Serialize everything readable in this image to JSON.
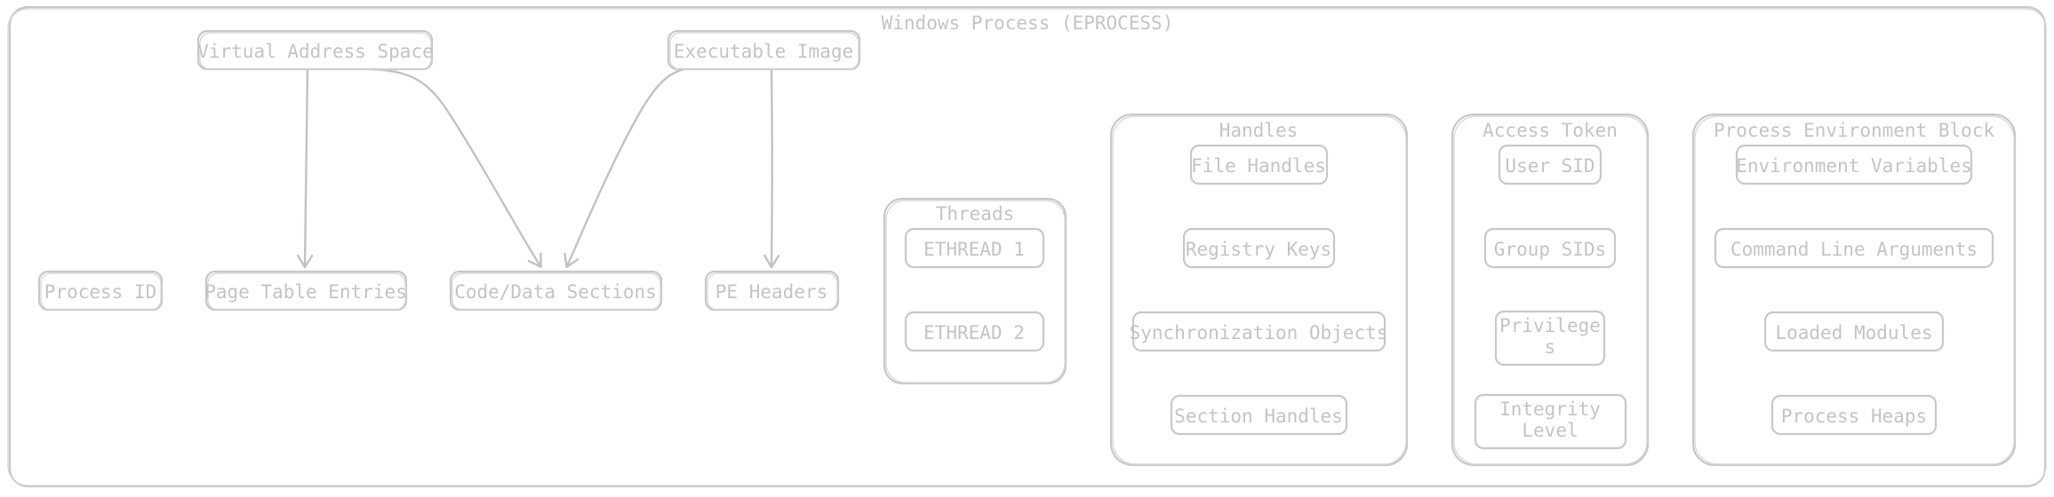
{
  "diagram": {
    "outer_title": "Windows Process (EPROCESS)",
    "nodes": {
      "virtual_address_space": "Virtual Address Space",
      "executable_image": "Executable Image",
      "process_id": "Process ID",
      "page_table_entries": "Page Table Entries",
      "code_data_sections": "Code/Data Sections",
      "pe_headers": "PE Headers"
    },
    "groups": {
      "threads": {
        "title": "Threads",
        "items": [
          "ETHREAD 1",
          "ETHREAD 2"
        ]
      },
      "handles": {
        "title": "Handles",
        "items": [
          "File Handles",
          "Registry Keys",
          "Synchronization Objects",
          "Section Handles"
        ]
      },
      "access_token": {
        "title": "Access Token",
        "items": [
          "User SID",
          "Group SIDs",
          "Privileges",
          "Integrity Level"
        ]
      },
      "peb": {
        "title": "Process Environment Block",
        "items": [
          "Environment Variables",
          "Command Line Arguments",
          "Loaded Modules",
          "Process Heaps"
        ]
      }
    },
    "edges": [
      {
        "from": "Virtual Address Space",
        "to": "Page Table Entries"
      },
      {
        "from": "Virtual Address Space",
        "to": "Code/Data Sections"
      },
      {
        "from": "Executable Image",
        "to": "Code/Data Sections"
      },
      {
        "from": "Executable Image",
        "to": "PE Headers"
      }
    ],
    "colors": {
      "stroke": "#c8c8c8",
      "text": "#c4c4c4",
      "background": "#ffffff"
    }
  }
}
